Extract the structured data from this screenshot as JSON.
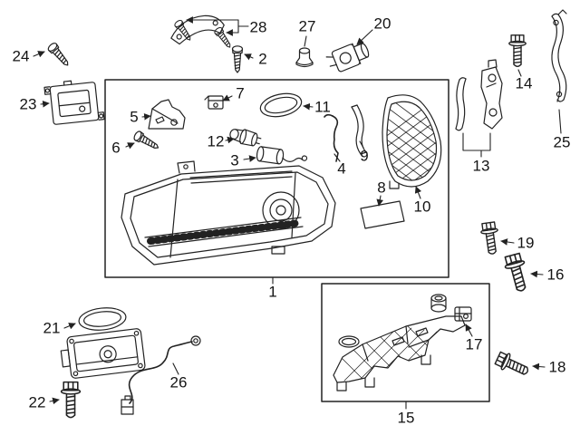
{
  "diagram": {
    "background": "#ffffff",
    "line_color": "#222222",
    "label_color": "#141414"
  },
  "callouts": {
    "1": "1",
    "2": "2",
    "3": "3",
    "4": "4",
    "5": "5",
    "6": "6",
    "7": "7",
    "8": "8",
    "9": "9",
    "10": "10",
    "11": "11",
    "12": "12",
    "13": "13",
    "14": "14",
    "15": "15",
    "16": "16",
    "17": "17",
    "18": "18",
    "19": "19",
    "20": "20",
    "21": "21",
    "22": "22",
    "23": "23",
    "24": "24",
    "25": "25",
    "26": "26",
    "27": "27",
    "28": "28"
  }
}
